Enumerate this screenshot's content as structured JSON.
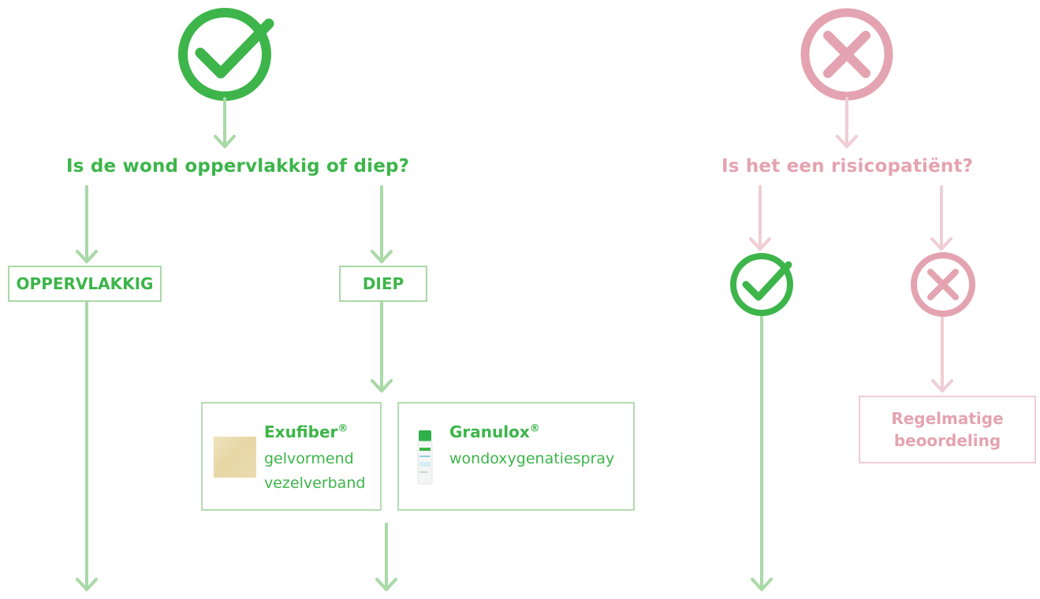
{
  "colors": {
    "green": "#3db54a",
    "green_line": "#a9d9a7",
    "pink": "#e4a3b0",
    "pink_line": "#f0cdd4"
  },
  "left_branch": {
    "top_icon": "check-circle-icon",
    "question": "Is de wond oppervlakkig of diep?",
    "options": [
      {
        "label": "OPPERVLAKKIG"
      },
      {
        "label": "DIEP"
      }
    ],
    "products": [
      {
        "icon": "wound-pad-icon",
        "name": "Exufiber",
        "mark": "®",
        "desc_lines": [
          "gelvormend",
          "vezelverband"
        ]
      },
      {
        "icon": "spray-can-icon",
        "name": "Granulox",
        "mark": "®",
        "desc_lines": [
          "wondoxygenatiespray"
        ]
      }
    ]
  },
  "right_branch": {
    "top_icon": "cross-circle-icon",
    "question": "Is het een risicopatiënt?",
    "yes_icon": "check-circle-icon",
    "no_icon": "cross-circle-icon",
    "outcome_lines": [
      "Regelmatige",
      "beoordeling"
    ]
  }
}
